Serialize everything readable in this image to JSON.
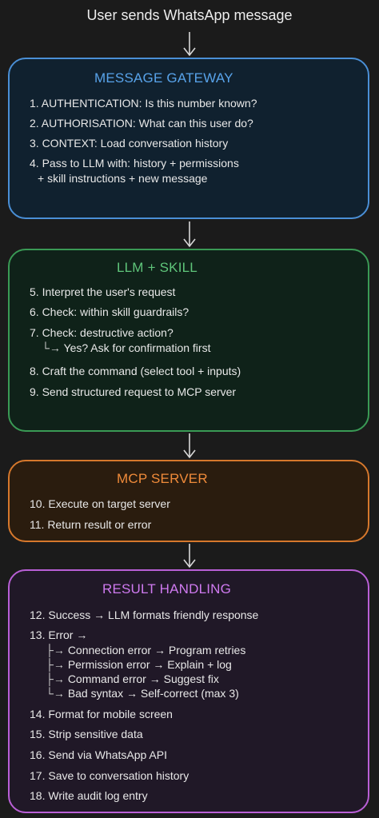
{
  "start_label": "User sends WhatsApp message",
  "gateway": {
    "title": "MESSAGE GATEWAY",
    "steps": [
      "1. AUTHENTICATION: Is this number known?",
      "2. AUTHORISATION: What can this user do?",
      "3. CONTEXT: Load conversation history",
      "4. Pass to LLM with: history + permissions",
      "+ skill instructions + new message"
    ]
  },
  "llm": {
    "title": "LLM + SKILL",
    "steps": [
      "5. Interpret the user's request",
      "6. Check: within skill guardrails?",
      "7. Check: destructive action?",
      "Yes? Ask for confirmation first",
      "8. Craft the command (select tool + inputs)",
      "9. Send structured request to MCP server"
    ]
  },
  "mcp": {
    "title": "MCP SERVER",
    "steps": [
      "10. Execute on target server",
      "11. Return result or error"
    ]
  },
  "result": {
    "title": "RESULT HANDLING",
    "steps": [
      "12. Success → LLM formats friendly response",
      "13. Error →",
      "Connection error → Program retries",
      "Permission error → Explain + log",
      "Command error → Suggest fix",
      "Bad syntax → Self-correct (max 3)",
      "14. Format for mobile screen",
      "15. Strip sensitive data",
      "16. Send via WhatsApp API",
      "17. Save to conversation history",
      "18. Write audit log entry"
    ]
  },
  "colors": {
    "gateway": "#4a8fd6",
    "llm": "#3a9a55",
    "mcp": "#d6782c",
    "result": "#b95fd6"
  }
}
